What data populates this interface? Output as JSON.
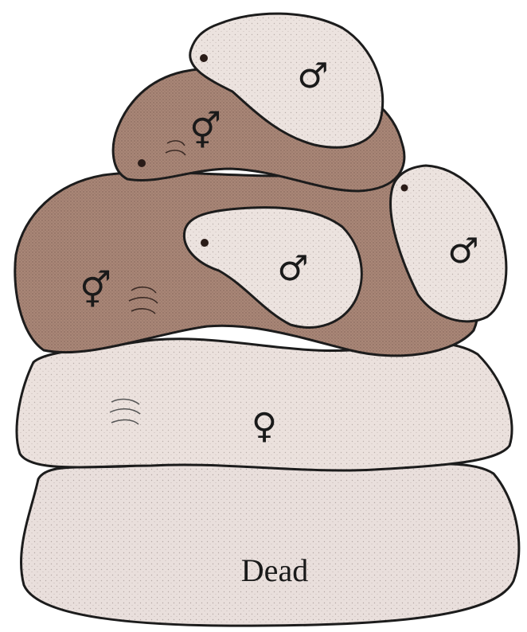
{
  "figure": {
    "colors": {
      "dead_shell": "#e9dfdc",
      "female_shell": "#ebe1dd",
      "hermaphrodite_shell": "#a98677",
      "male_shell": "#ece3df",
      "stipple": "#3a2a24",
      "outline": "#1c1c1c"
    },
    "shells": [
      {
        "role": "dead",
        "label": "Dead",
        "symbol": ""
      },
      {
        "role": "female",
        "label": "",
        "symbol": "♀"
      },
      {
        "role": "hermaphrodite-large",
        "label": "",
        "symbol": "⚥"
      },
      {
        "role": "hermaphrodite-upper",
        "label": "",
        "symbol": "⚥"
      },
      {
        "role": "male-middle",
        "label": "",
        "symbol": "♂"
      },
      {
        "role": "male-right",
        "label": "",
        "symbol": "♂"
      },
      {
        "role": "male-top",
        "label": "",
        "symbol": "♂"
      }
    ]
  }
}
